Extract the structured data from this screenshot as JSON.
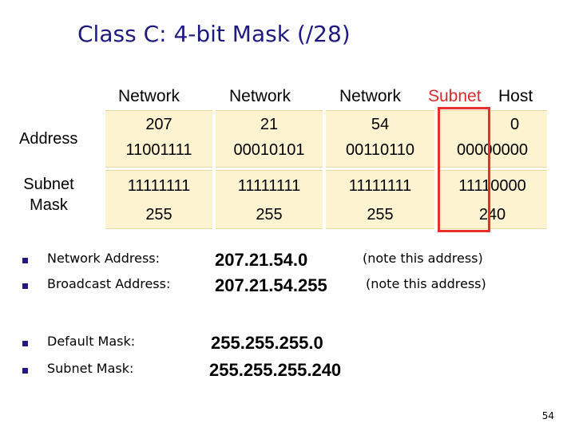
{
  "title": "Class C: 4-bit Mask (/28)",
  "headers": {
    "col1": "Network",
    "col2": "Network",
    "col3": "Network",
    "subnet": "Subnet",
    "host": "Host"
  },
  "labels": {
    "address": "Address",
    "subnet_mask_1": "Subnet",
    "subnet_mask_2": "Mask"
  },
  "address_row": {
    "decimal": [
      "207",
      "21",
      "54",
      "0"
    ],
    "binary": [
      "11001111",
      "00010101",
      "00110110",
      "00000000"
    ]
  },
  "mask_row": {
    "binary": [
      "11111111",
      "11111111",
      "11111111",
      "11110000"
    ],
    "decimal": [
      "255",
      "255",
      "255",
      "240"
    ]
  },
  "bullets": [
    {
      "label": "Network Address:",
      "value": "207.21.54.0",
      "note": "(note this address)"
    },
    {
      "label": "Broadcast Address:",
      "value": "207.21.54.255",
      "note": "(note this address)"
    },
    {
      "label": "Default Mask:",
      "value": "255.255.255.0",
      "note": ""
    },
    {
      "label": "Subnet Mask:",
      "value": "255.255.255.240",
      "note": ""
    }
  ],
  "page_number": "54",
  "colors": {
    "title": "#1f1a80",
    "subnet_header": "#d92b2b",
    "cell_background": "#fdf3d0",
    "highlight_box": "#e8302a"
  }
}
